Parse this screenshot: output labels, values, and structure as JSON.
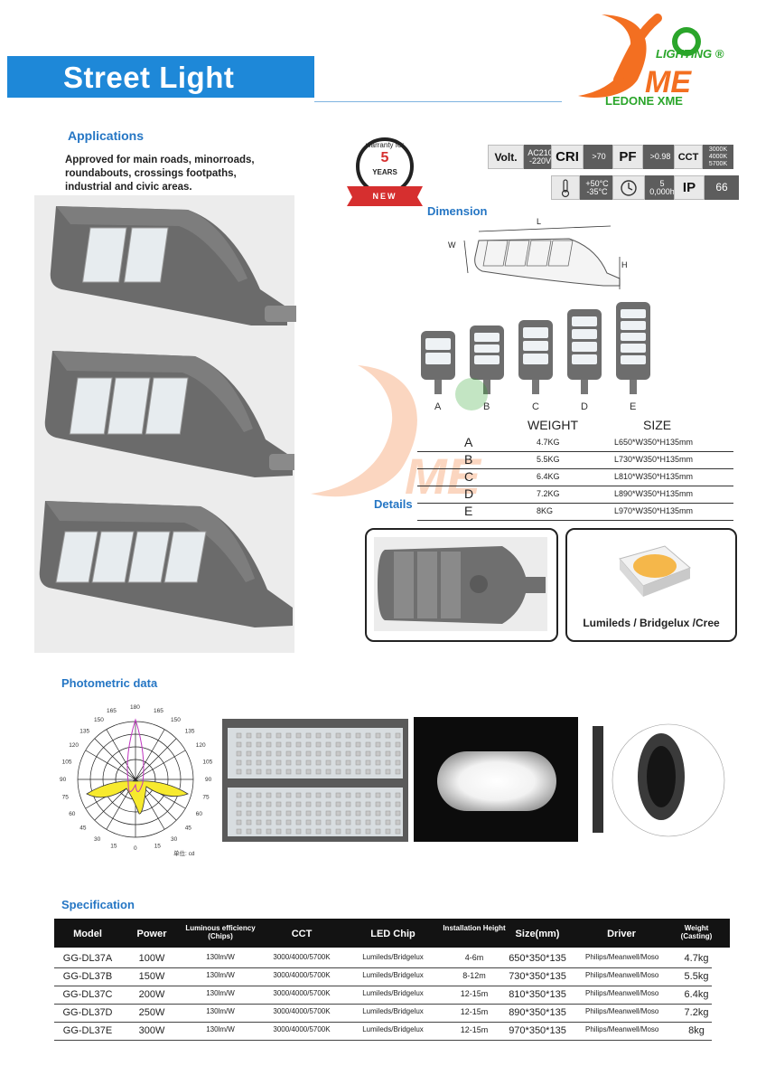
{
  "header": {
    "title": "Street Light",
    "logo_lighting": "LIGHTING ®",
    "logo_brand": "LEDONE XME"
  },
  "colors": {
    "accent": "#1e88d8",
    "heading": "#2576c4",
    "brand_orange": "#f36f21",
    "brand_green": "#2aa52a",
    "dark": "#131313"
  },
  "applications": {
    "title": "Applications",
    "text": "Approved for main roads, minorroads, roundabouts, crossings footpaths, industrial and civic areas."
  },
  "warranty": {
    "top": "warranty for",
    "years_num": "5",
    "years_label": "YEARS",
    "ribbon": "NEW"
  },
  "specs": [
    {
      "key": "Volt.",
      "value": "AC210 -220V"
    },
    {
      "key": "CRI",
      "value": ">70"
    },
    {
      "key": "PF",
      "value": ">0.98"
    },
    {
      "key": "CCT",
      "value": "3000K 4000K 5700K"
    },
    {
      "key": "thermometer-icon",
      "value": "+50°C -35°C"
    },
    {
      "key": "clock-icon",
      "value": "5 0,000h"
    },
    {
      "key": "IP",
      "value": "66"
    }
  ],
  "dimension": {
    "title": "Dimension",
    "label_l": "L",
    "label_w": "W",
    "label_h": "H",
    "variants": [
      "A",
      "B",
      "C",
      "D",
      "E"
    ],
    "variant_panels": [
      2,
      3,
      3,
      4,
      5
    ]
  },
  "weight_table": {
    "header_weight": "WEIGHT",
    "header_size": "SIZE",
    "rows": [
      {
        "letter": "A",
        "weight": "4.7KG",
        "size": "L650*W350*H135mm"
      },
      {
        "letter": "B",
        "weight": "5.5KG",
        "size": "L730*W350*H135mm"
      },
      {
        "letter": "C",
        "weight": "6.4KG",
        "size": "L810*W350*H135mm"
      },
      {
        "letter": "D",
        "weight": "7.2KG",
        "size": "L890*W350*H135mm"
      },
      {
        "letter": "E",
        "weight": "8KG",
        "size": "L970*W350*H135mm"
      }
    ]
  },
  "details": {
    "title": "Details",
    "chip_caption": "Lumileds / Bridgelux /Cree"
  },
  "photometric": {
    "title": "Photometric data",
    "polar_labels_top": [
      "165",
      "180",
      "165"
    ],
    "polar_labels_left": [
      "150",
      "135",
      "120",
      "105",
      "90",
      "75",
      "60",
      "45",
      "30",
      "15"
    ],
    "polar_labels_right": [
      "150",
      "135",
      "120",
      "105",
      "90",
      "75",
      "60",
      "45",
      "30",
      "15"
    ],
    "polar_bottom": "0",
    "polar_unit": "单位: cd"
  },
  "specification": {
    "title": "Specification",
    "columns": [
      "Model",
      "Power",
      "Luminous efficiency (Chips)",
      "CCT",
      "LED Chip",
      "Installation Height",
      "Size(mm)",
      "Driver",
      "Weight (Casting)"
    ],
    "rows": [
      [
        "GG-DL37A",
        "100W",
        "130lm/W",
        "3000/4000/5700K",
        "Lumileds/Bridgelux",
        "4-6m",
        "650*350*135",
        "Philips/Meanwell/Moso",
        "4.7kg"
      ],
      [
        "GG-DL37B",
        "150W",
        "130lm/W",
        "3000/4000/5700K",
        "Lumileds/Bridgelux",
        "8-12m",
        "730*350*135",
        "Philips/Meanwell/Moso",
        "5.5kg"
      ],
      [
        "GG-DL37C",
        "200W",
        "130lm/W",
        "3000/4000/5700K",
        "Lumileds/Bridgelux",
        "12-15m",
        "810*350*135",
        "Philips/Meanwell/Moso",
        "6.4kg"
      ],
      [
        "GG-DL37D",
        "250W",
        "130lm/W",
        "3000/4000/5700K",
        "Lumileds/Bridgelux",
        "12-15m",
        "890*350*135",
        "Philips/Meanwell/Moso",
        "7.2kg"
      ],
      [
        "GG-DL37E",
        "300W",
        "130lm/W",
        "3000/4000/5700K",
        "Lumileds/Bridgelux",
        "12-15m",
        "970*350*135",
        "Philips/Meanwell/Moso",
        "8kg"
      ]
    ]
  }
}
